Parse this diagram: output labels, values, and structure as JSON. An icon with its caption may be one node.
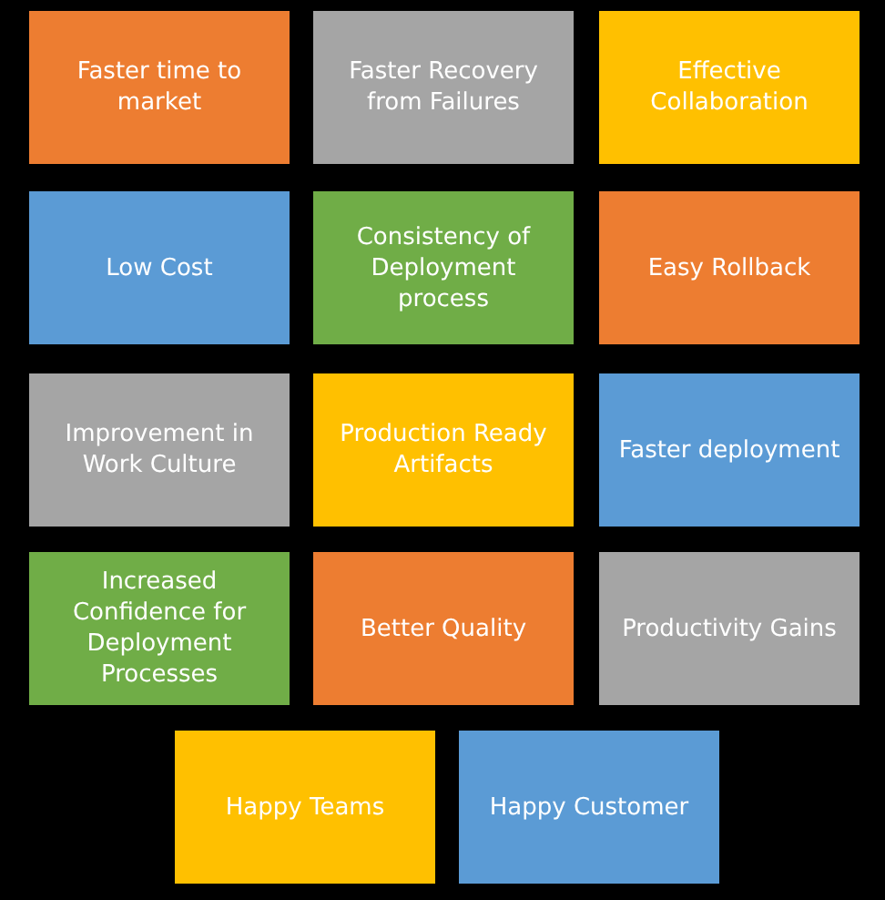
{
  "diagram": {
    "nodes": [
      {
        "text": [
          "Faster time to market"
        ]
      },
      {
        "text": [
          "Faster Recovery from Failures"
        ]
      },
      {
        "text": [
          "Effective Collaboration"
        ]
      },
      {
        "text": [
          "Low Cost"
        ]
      },
      {
        "text": [
          "Consistency of Deployment process"
        ]
      },
      {
        "text": [
          "Easy Rollback"
        ]
      },
      {
        "text": [
          "Improvement in Work Culture"
        ]
      },
      {
        "text": [
          "Production Ready Artifacts"
        ]
      },
      {
        "text": [
          "Faster deployment"
        ]
      },
      {
        "text": [
          "Increased Confidence for Deployment Processes"
        ]
      },
      {
        "text": [
          "Better Quality"
        ]
      },
      {
        "text": [
          "Productivity Gains"
        ]
      },
      {
        "text": [
          "Happy Teams"
        ]
      },
      {
        "text": [
          "Happy Customer"
        ]
      }
    ],
    "edges": []
  }
}
